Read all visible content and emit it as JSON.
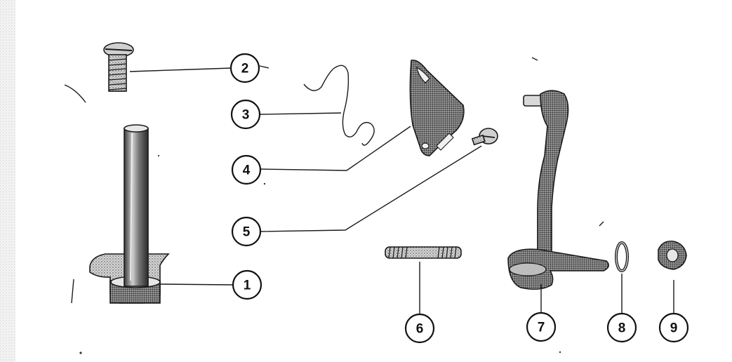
{
  "callouts": [
    {
      "id": "1",
      "label": "1"
    },
    {
      "id": "2",
      "label": "2"
    },
    {
      "id": "3",
      "label": "3"
    },
    {
      "id": "4",
      "label": "4"
    },
    {
      "id": "5",
      "label": "5"
    },
    {
      "id": "6",
      "label": "6"
    },
    {
      "id": "7",
      "label": "7"
    },
    {
      "id": "8",
      "label": "8"
    },
    {
      "id": "9",
      "label": "9"
    }
  ],
  "colors": {
    "ink": "#1a1a1a",
    "paper": "#ffffff",
    "metal_light": "#dcdcdc",
    "metal_dark": "#5a5a5a"
  }
}
